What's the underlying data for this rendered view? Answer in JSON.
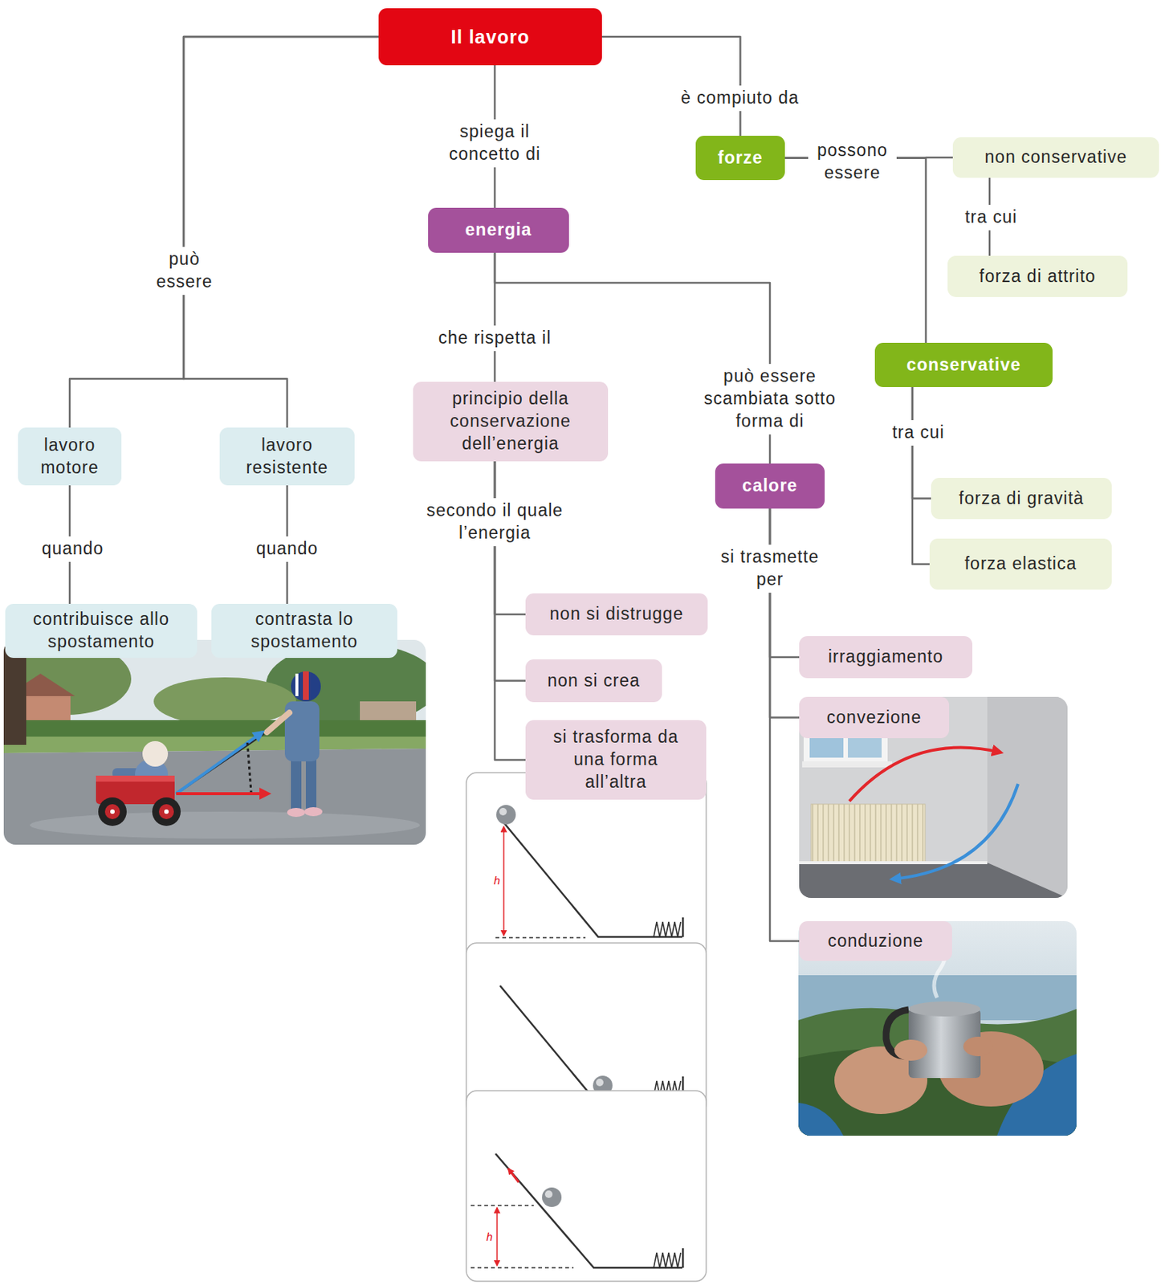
{
  "diagram": {
    "nodes": [
      {
        "text": [
          "Il lavoro"
        ]
      },
      {
        "text": [
          "lavoro motore"
        ]
      },
      {
        "text": [
          "lavoro resistente"
        ]
      },
      {
        "text": [
          "contribuisce allo spostamento"
        ]
      },
      {
        "text": [
          "contrasta lo spostamento"
        ]
      },
      {
        "text": [
          "energia"
        ]
      },
      {
        "text": [
          "principio della conservazione dell’energia"
        ]
      },
      {
        "text": [
          "non si distrugge"
        ]
      },
      {
        "text": [
          "non si crea"
        ]
      },
      {
        "text": [
          "si trasforma da una forma all’altra"
        ]
      },
      {
        "text": [
          "calore"
        ]
      },
      {
        "text": [
          "irraggiamento"
        ]
      },
      {
        "text": [
          "convezione"
        ]
      },
      {
        "text": [
          "conduzione"
        ]
      },
      {
        "text": [
          "forze"
        ]
      },
      {
        "text": [
          "non conservative"
        ]
      },
      {
        "text": [
          "forza di attrito"
        ]
      },
      {
        "text": [
          "conservative"
        ]
      },
      {
        "text": [
          "forza di gravità"
        ]
      },
      {
        "text": [
          "forza elastica"
        ]
      }
    ],
    "edges": [
      {
        "from": 0,
        "to": 1,
        "label": "può essere",
        "arrow": "none"
      },
      {
        "from": 0,
        "to": 2,
        "arrow": "none"
      },
      {
        "from": 1,
        "to": 3,
        "label": "quando",
        "arrow": "none"
      },
      {
        "from": 2,
        "to": 4,
        "label": "quando",
        "arrow": "none"
      },
      {
        "from": 0,
        "to": 5,
        "label": "spiega il concetto di",
        "arrow": "none"
      },
      {
        "from": 5,
        "to": 6,
        "label": "che rispetta il",
        "arrow": "none"
      },
      {
        "from": 6,
        "to": 7,
        "label": "secondo il quale l’energia",
        "arrow": "none"
      },
      {
        "from": 6,
        "to": 8,
        "arrow": "none"
      },
      {
        "from": 6,
        "to": 9,
        "arrow": "none"
      },
      {
        "from": 5,
        "to": 10,
        "label": "può essere scambiata sotto forma di",
        "arrow": "none"
      },
      {
        "from": 10,
        "to": 11,
        "label": "si trasmette per",
        "arrow": "none"
      },
      {
        "from": 10,
        "to": 12,
        "arrow": "none"
      },
      {
        "from": 10,
        "to": 13,
        "arrow": "none"
      },
      {
        "from": 0,
        "to": 14,
        "label": "è compiuto da",
        "arrow": "none"
      },
      {
        "from": 14,
        "to": 15,
        "label": "possono essere",
        "arrow": "none"
      },
      {
        "from": 14,
        "to": 17,
        "arrow": "none"
      },
      {
        "from": 15,
        "to": 16,
        "label": "tra cui",
        "arrow": "none"
      },
      {
        "from": 17,
        "to": 18,
        "label": "tra cui",
        "arrow": "none"
      },
      {
        "from": 17,
        "to": 19,
        "arrow": "none"
      }
    ],
    "labels": [
      "h",
      "h"
    ]
  }
}
